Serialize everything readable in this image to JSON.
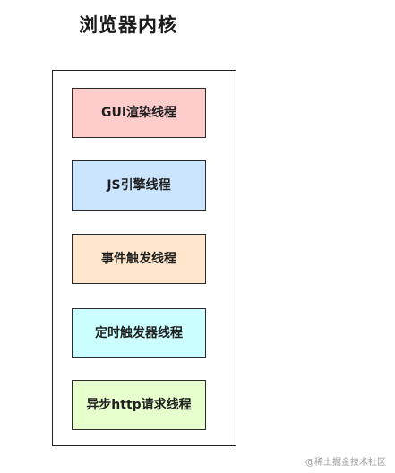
{
  "diagram": {
    "title": "浏览器内核",
    "threads": [
      {
        "label": "GUI渲染线程",
        "fill": "#ffcccc"
      },
      {
        "label": "JS引擎线程",
        "fill": "#cce5ff"
      },
      {
        "label": "事件触发线程",
        "fill": "#ffe6cc"
      },
      {
        "label": "定时触发器线程",
        "fill": "#ccffff"
      },
      {
        "label": "异步http请求线程",
        "fill": "#e6ffcc"
      }
    ]
  },
  "watermark": "@稀土掘金技术社区"
}
